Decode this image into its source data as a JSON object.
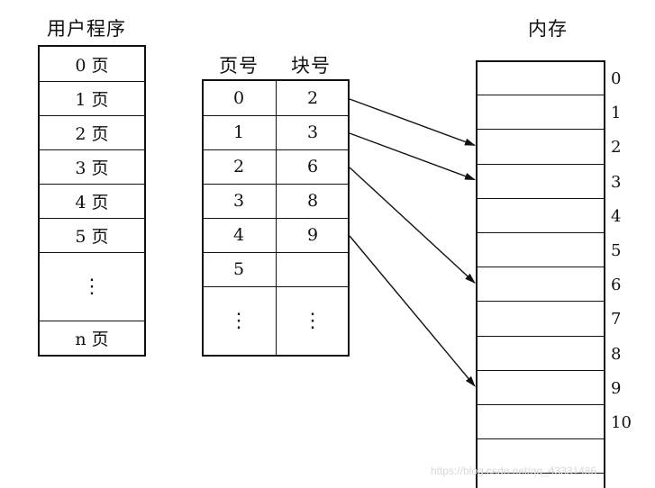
{
  "titles": {
    "user_program": "用户程序",
    "page_table_page": "页号",
    "page_table_block": "块号",
    "memory": "内存"
  },
  "user_program": {
    "pages": [
      "0 页",
      "1 页",
      "2 页",
      "3 页",
      "4 页",
      "5 页",
      "⋮",
      "n 页"
    ]
  },
  "page_table": {
    "rows": [
      {
        "page": "0",
        "block": "2"
      },
      {
        "page": "1",
        "block": "3"
      },
      {
        "page": "2",
        "block": "6"
      },
      {
        "page": "3",
        "block": "8"
      },
      {
        "page": "4",
        "block": "9"
      },
      {
        "page": "5",
        "block": ""
      },
      {
        "page": "⋮",
        "block": "⋮"
      }
    ]
  },
  "memory": {
    "block_labels": [
      "0",
      "1",
      "2",
      "3",
      "4",
      "5",
      "6",
      "7",
      "8",
      "9",
      "10"
    ]
  },
  "mappings": [
    {
      "page_row": 0,
      "block": 2
    },
    {
      "page_row": 1,
      "block": 3
    },
    {
      "page_row": 2,
      "block": 6
    },
    {
      "page_row": 4,
      "block": 9
    }
  ],
  "watermark": "https://blog.csdn.net/qq_43331486"
}
